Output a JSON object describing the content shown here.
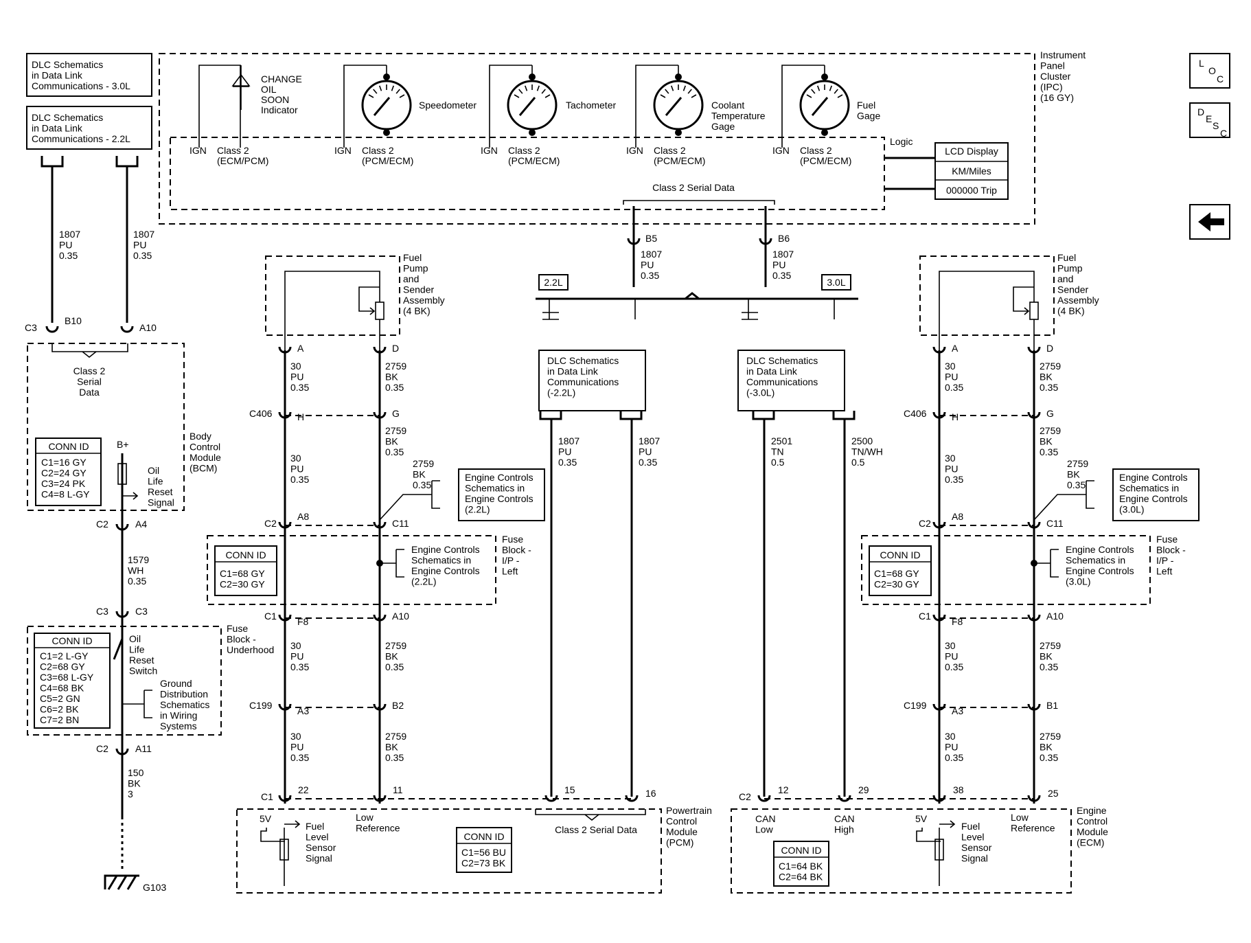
{
  "title_box_30": [
    "DLC Schematics",
    "in Data Link",
    "Communications - 3.0L"
  ],
  "title_box_22": [
    "DLC Schematics",
    "in Data Link",
    "Communications - 2.2L"
  ],
  "nav": {
    "loc": [
      "L",
      "O",
      "C"
    ],
    "desc": [
      "D",
      "E",
      "S",
      "C"
    ],
    "back_icon": "left-arrow-icon"
  },
  "ipc": {
    "label": [
      "Instrument",
      "Panel",
      "Cluster",
      "(IPC)",
      "(16 GY)"
    ],
    "change_oil": [
      "CHANGE",
      "OIL",
      "SOON",
      "Indicator"
    ],
    "speedometer": "Speedometer",
    "tachometer": "Tachometer",
    "coolant": [
      "Coolant",
      "Temperature",
      "Gage"
    ],
    "fuel": [
      "Fuel",
      "Gage"
    ],
    "ign": "IGN",
    "class2_ecm_pcm": [
      "Class 2",
      "(ECM/PCM)"
    ],
    "class2_pcm_ecm": [
      "Class 2",
      "(PCM/ECM)"
    ],
    "logic": "Logic",
    "lcd": [
      "LCD Display",
      "KM/Miles",
      "000000 Trip"
    ],
    "serial": "Class 2 Serial Data",
    "pin_b5": "B5",
    "pin_b6": "B6"
  },
  "wires": {
    "w1807": [
      "1807",
      "PU",
      "0.35"
    ],
    "w1579": [
      "1579",
      "WH",
      "0.35"
    ],
    "w150": [
      "150",
      "BK",
      "3"
    ],
    "w30": [
      "30",
      "PU",
      "0.35"
    ],
    "w2759": [
      "2759",
      "BK",
      "0.35"
    ],
    "w2501": [
      "2501",
      "TN",
      "0.5"
    ],
    "w2500": [
      "2500",
      "TN/WH",
      "0.5"
    ],
    "w1807b": [
      "1807",
      "PU",
      "0.35"
    ]
  },
  "bcm": {
    "label": [
      "Body",
      "Control",
      "Module",
      "(BCM)"
    ],
    "serial": [
      "Class 2",
      "Serial",
      "Data"
    ],
    "conn_title": "CONN ID",
    "conn": [
      "C1=16 GY",
      "C2=24 GY",
      "C3=24 PK",
      "C4=8 L-GY"
    ],
    "bplus": "B+",
    "oil_reset": [
      "Oil",
      "Life",
      "Reset",
      "Signal"
    ],
    "c3": "C3",
    "b10": "B10",
    "a10": "A10",
    "c2": "C2",
    "a4": "A4"
  },
  "fuse_uh": {
    "label": [
      "Fuse",
      "Block -",
      "Underhood"
    ],
    "conn_title": "CONN ID",
    "conn": [
      "C1=2 L-GY",
      "C2=68 GY",
      "C3=68 L-GY",
      "C4=68 BK",
      "C5=2 GN",
      "C6=2 BK",
      "C7=2 BN"
    ],
    "switch": [
      "Oil",
      "Life",
      "Reset",
      "Switch"
    ],
    "ground_ref": [
      "Ground",
      "Distribution",
      "Schematics",
      "in Wiring",
      "Systems"
    ],
    "c3": "C3",
    "c2": "C2",
    "a11": "A11",
    "g103": "G103"
  },
  "fuel_pump": {
    "label": [
      "Fuel",
      "Pump",
      "and",
      "Sender",
      "Assembly",
      "(4 BK)"
    ],
    "pin_a": "A",
    "pin_d": "D"
  },
  "conn": {
    "c406": "C406",
    "h": "H",
    "g": "G",
    "c2": "C2",
    "a8": "A8",
    "c11": "C11",
    "c1": "C1",
    "f8": "F8",
    "a10": "A10",
    "c199": "C199",
    "a3": "A3",
    "b2": "B2",
    "b1": "B1"
  },
  "eng_ref_22": [
    "Engine Controls",
    "Schematics in",
    "Engine Controls",
    "(2.2L)"
  ],
  "eng_ref_30": [
    "Engine Controls",
    "Schematics in",
    "Engine Controls",
    "(3.0L)"
  ],
  "fuse_ip": {
    "label": [
      "Fuse",
      "Block -",
      "I/P -",
      "Left"
    ],
    "conn_title": "CONN ID",
    "conn": [
      "C1=68 GY",
      "C2=30 GY"
    ]
  },
  "dlc22": {
    "tag": "2.2L",
    "box": [
      "DLC Schematics",
      "in Data Link",
      "Communications",
      "(-2.2L)"
    ]
  },
  "dlc30": {
    "tag": "3.0L",
    "box": [
      "DLC Schematics",
      "in Data Link",
      "Communications",
      "(-3.0L)"
    ]
  },
  "pcm": {
    "label": [
      "Powertrain",
      "Control",
      "Module",
      "(PCM)"
    ],
    "c1": "C1",
    "p22": "22",
    "p11": "11",
    "p15": "15",
    "p16": "16",
    "v5": "5V",
    "fuel_signal": [
      "Fuel",
      "Level",
      "Sensor",
      "Signal"
    ],
    "low_ref": [
      "Low",
      "Reference"
    ],
    "serial": "Class 2 Serial Data",
    "conn_title": "CONN ID",
    "conn": [
      "C1=56 BU",
      "C2=73 BK"
    ]
  },
  "ecm": {
    "label": [
      "Engine",
      "Control",
      "Module",
      "(ECM)"
    ],
    "c2": "C2",
    "p12": "12",
    "p29": "29",
    "p38": "38",
    "p25": "25",
    "can_low": [
      "CAN",
      "Low"
    ],
    "can_high": [
      "CAN",
      "High"
    ],
    "v5": "5V",
    "fuel_signal": [
      "Fuel",
      "Level",
      "Sensor",
      "Signal"
    ],
    "low_ref": [
      "Low",
      "Reference"
    ],
    "conn_title": "CONN ID",
    "conn": [
      "C1=64 BK",
      "C2=64 BK"
    ]
  }
}
